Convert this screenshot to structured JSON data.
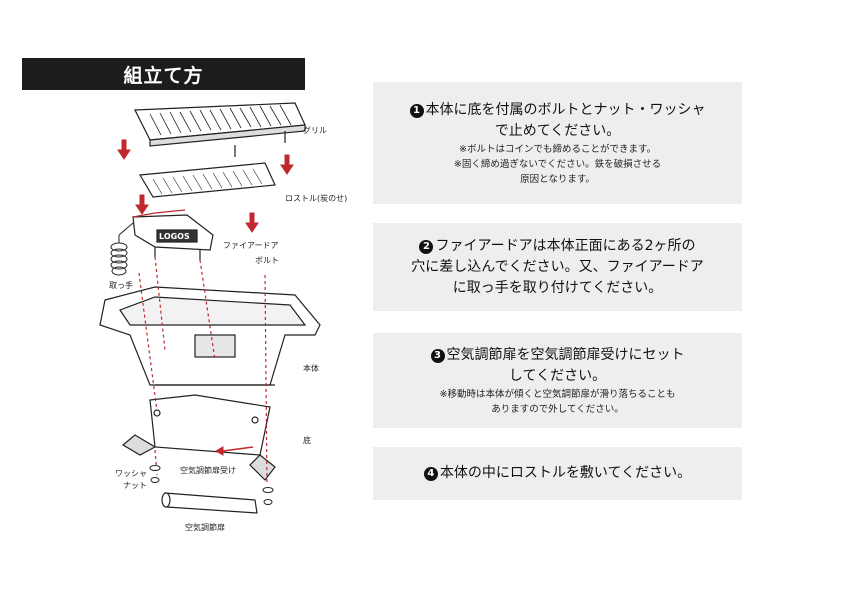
{
  "header": {
    "title": "組立て方"
  },
  "diagram": {
    "labels": {
      "grill": "グリル",
      "rostle": "ロストル(炭のせ)",
      "fire_door": "ファイアードア",
      "handle": "取っ手",
      "bolt": "ボルト",
      "body": "本体",
      "bottom": "底",
      "washer": "ワッシャ",
      "nut": "ナット",
      "damper_holder": "空気調節扉受け",
      "damper": "空気調節扉",
      "brand": "LOGOS"
    }
  },
  "steps": [
    {
      "number": "1",
      "lines": [
        "本体に底を付属のボルトとナット・ワッシャ",
        "で止めてください。"
      ],
      "notes": [
        "※ボルトはコインでも締めることができます。",
        "※固く締め過ぎないでください。鉄を破損させる",
        "原因となります。"
      ]
    },
    {
      "number": "2",
      "lines": [
        "ファイアードアは本体正面にある2ヶ所の",
        "穴に差し込んでください。又、ファイアードア",
        "に取っ手を取り付けてください。"
      ],
      "notes": []
    },
    {
      "number": "3",
      "lines": [
        "空気調節扉を空気調節扉受けにセット",
        "してください。"
      ],
      "notes": [
        "※移動時は本体が傾くと空気調節扉が滑り落ちることも",
        "ありますので外してください。"
      ]
    },
    {
      "number": "4",
      "lines": [
        "本体の中にロストルを敷いてください。"
      ],
      "notes": []
    }
  ],
  "colors": {
    "arrow": "#c0282d",
    "header_bg": "#1c1c1c",
    "box_bg": "#eeeeee"
  }
}
